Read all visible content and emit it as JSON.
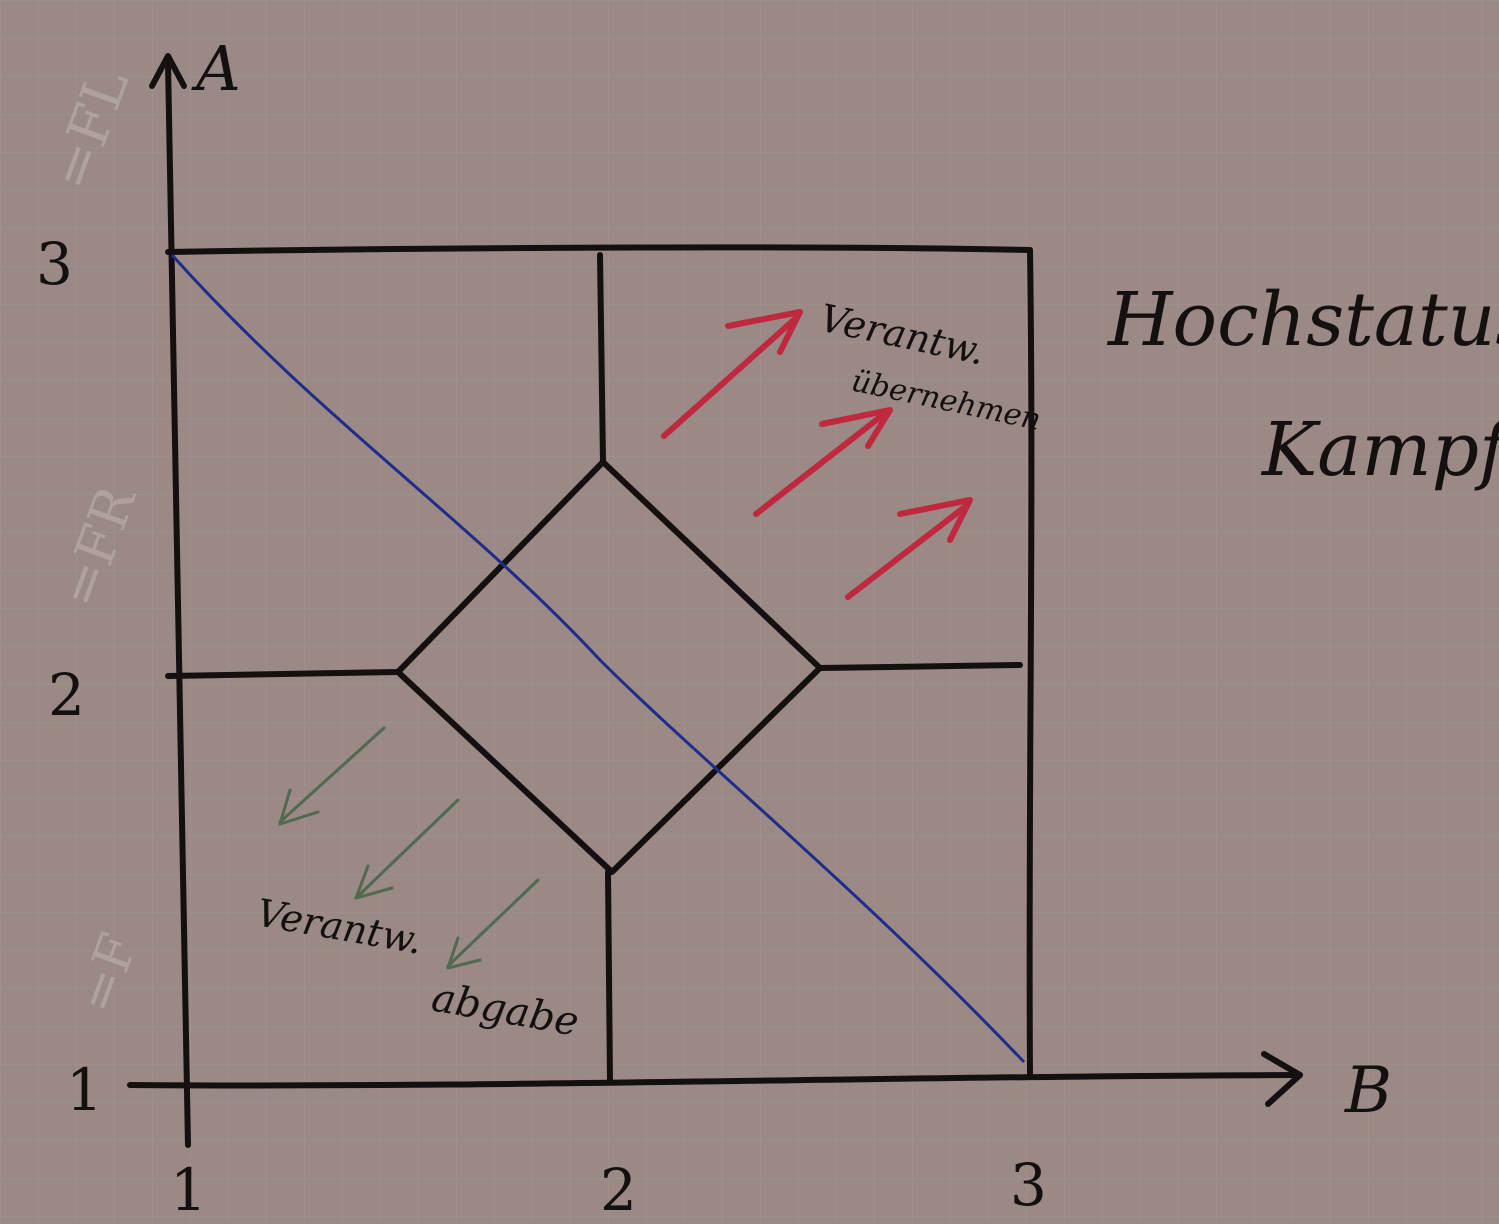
{
  "axes": {
    "y_label": "A",
    "x_label": "B",
    "y_ticks": [
      "3",
      "2",
      "1"
    ],
    "x_ticks": [
      "1",
      "2",
      "3"
    ]
  },
  "title": {
    "line1": "Hochstatus-",
    "line2": "Kampf"
  },
  "annotations": {
    "upper_right_1": "Verantw.",
    "upper_right_2": "übernehmen",
    "lower_left_1": "Verantw.",
    "lower_left_2": "abgabe"
  },
  "faint_marks": [
    "=FL",
    "=FR",
    "=F"
  ],
  "colors": {
    "paper": "#9a8985",
    "ink": "#141010",
    "diagonal": "#1f2c8a",
    "up_arrows": "#c0283e",
    "down_arrows": "#4f6a4e"
  },
  "icons": [
    "up-right-arrow-icon",
    "down-left-arrow-icon"
  ]
}
